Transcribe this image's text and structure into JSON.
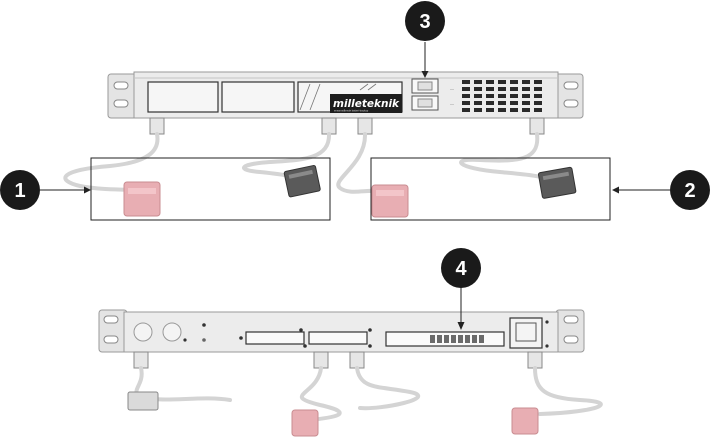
{
  "callouts": [
    {
      "number": "1"
    },
    {
      "number": "2"
    },
    {
      "number": "3"
    },
    {
      "number": "4"
    }
  ],
  "brand": {
    "logo_text": "milleteknik",
    "tagline": "ensamstående batteri-backup"
  },
  "colors": {
    "callout_fill": "#1a1a1a",
    "callout_text": "#ffffff",
    "chassis": "#ececec",
    "chassis_edge": "#9a9a9a",
    "cable": "#d7d7d7",
    "connector_pink": "#e8aeb3",
    "connector_dark": "#5a5a5a"
  }
}
